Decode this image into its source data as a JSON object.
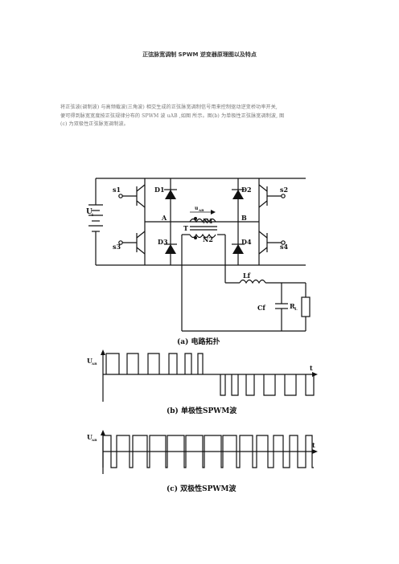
{
  "doc": {
    "title": "正弦脉宽调制 SPWM 逆变器原理图以及特点",
    "paragraph_lines": [
      "将正弦波(调制波) 与高频载波(三角波) 相交生成的正弦脉宽调制信号用来控制驱动逆变桥功率开关,",
      "便可得到脉宽宽度按正弦规律分布的 SPWM 波 uAB ,如图 所示。图(b) 为单极性正弦脉宽调制波, 图",
      "(c) 为双极性正弦脉宽调制波。"
    ]
  },
  "circuit": {
    "caption": "(a) 电路拓扑",
    "labels": {
      "ui": "U",
      "ui_sub": "i",
      "s1": "s1",
      "s2": "s2",
      "s3": "s3",
      "s4": "s4",
      "d1": "D1",
      "d2": "D2",
      "d3": "D3",
      "d4": "D4",
      "node_a": "A",
      "node_b": "B",
      "uab": "u",
      "uab_sub": "AB",
      "n1": "N1",
      "n2": "N2",
      "t": "T",
      "lf": "Lf",
      "cf": "Cf",
      "rl": "R",
      "rl_sub": "L"
    }
  },
  "chart_data": [
    {
      "type": "line",
      "title": "(b) 单极性SPWM波",
      "ylabel": "U",
      "ylabel_sub": "AB",
      "xlabel": "t",
      "positive_pulses": [
        [
          4,
          20
        ],
        [
          30,
          44
        ],
        [
          56,
          70
        ],
        [
          82,
          92
        ],
        [
          102,
          110
        ],
        [
          118,
          124
        ]
      ],
      "negative_pulses": [
        [
          146,
          152
        ],
        [
          160,
          168
        ],
        [
          178,
          188
        ],
        [
          200,
          214
        ],
        [
          226,
          240
        ],
        [
          252,
          262
        ]
      ],
      "half_period": 135,
      "levels": [
        -1,
        0,
        1
      ]
    },
    {
      "type": "line",
      "title": "(c) 双极性SPWM波",
      "ylabel": "U",
      "ylabel_sub": "AB",
      "xlabel": "t",
      "high_intervals": [
        [
          0,
          10
        ],
        [
          17,
          33
        ],
        [
          37,
          55
        ],
        [
          58,
          78
        ],
        [
          80,
          101
        ],
        [
          103,
          124
        ],
        [
          126,
          147
        ],
        [
          149,
          166
        ],
        [
          170,
          186
        ],
        [
          191,
          205
        ],
        [
          212,
          224
        ],
        [
          232,
          242
        ],
        [
          252,
          260
        ]
      ],
      "levels": [
        -1,
        1
      ]
    }
  ]
}
